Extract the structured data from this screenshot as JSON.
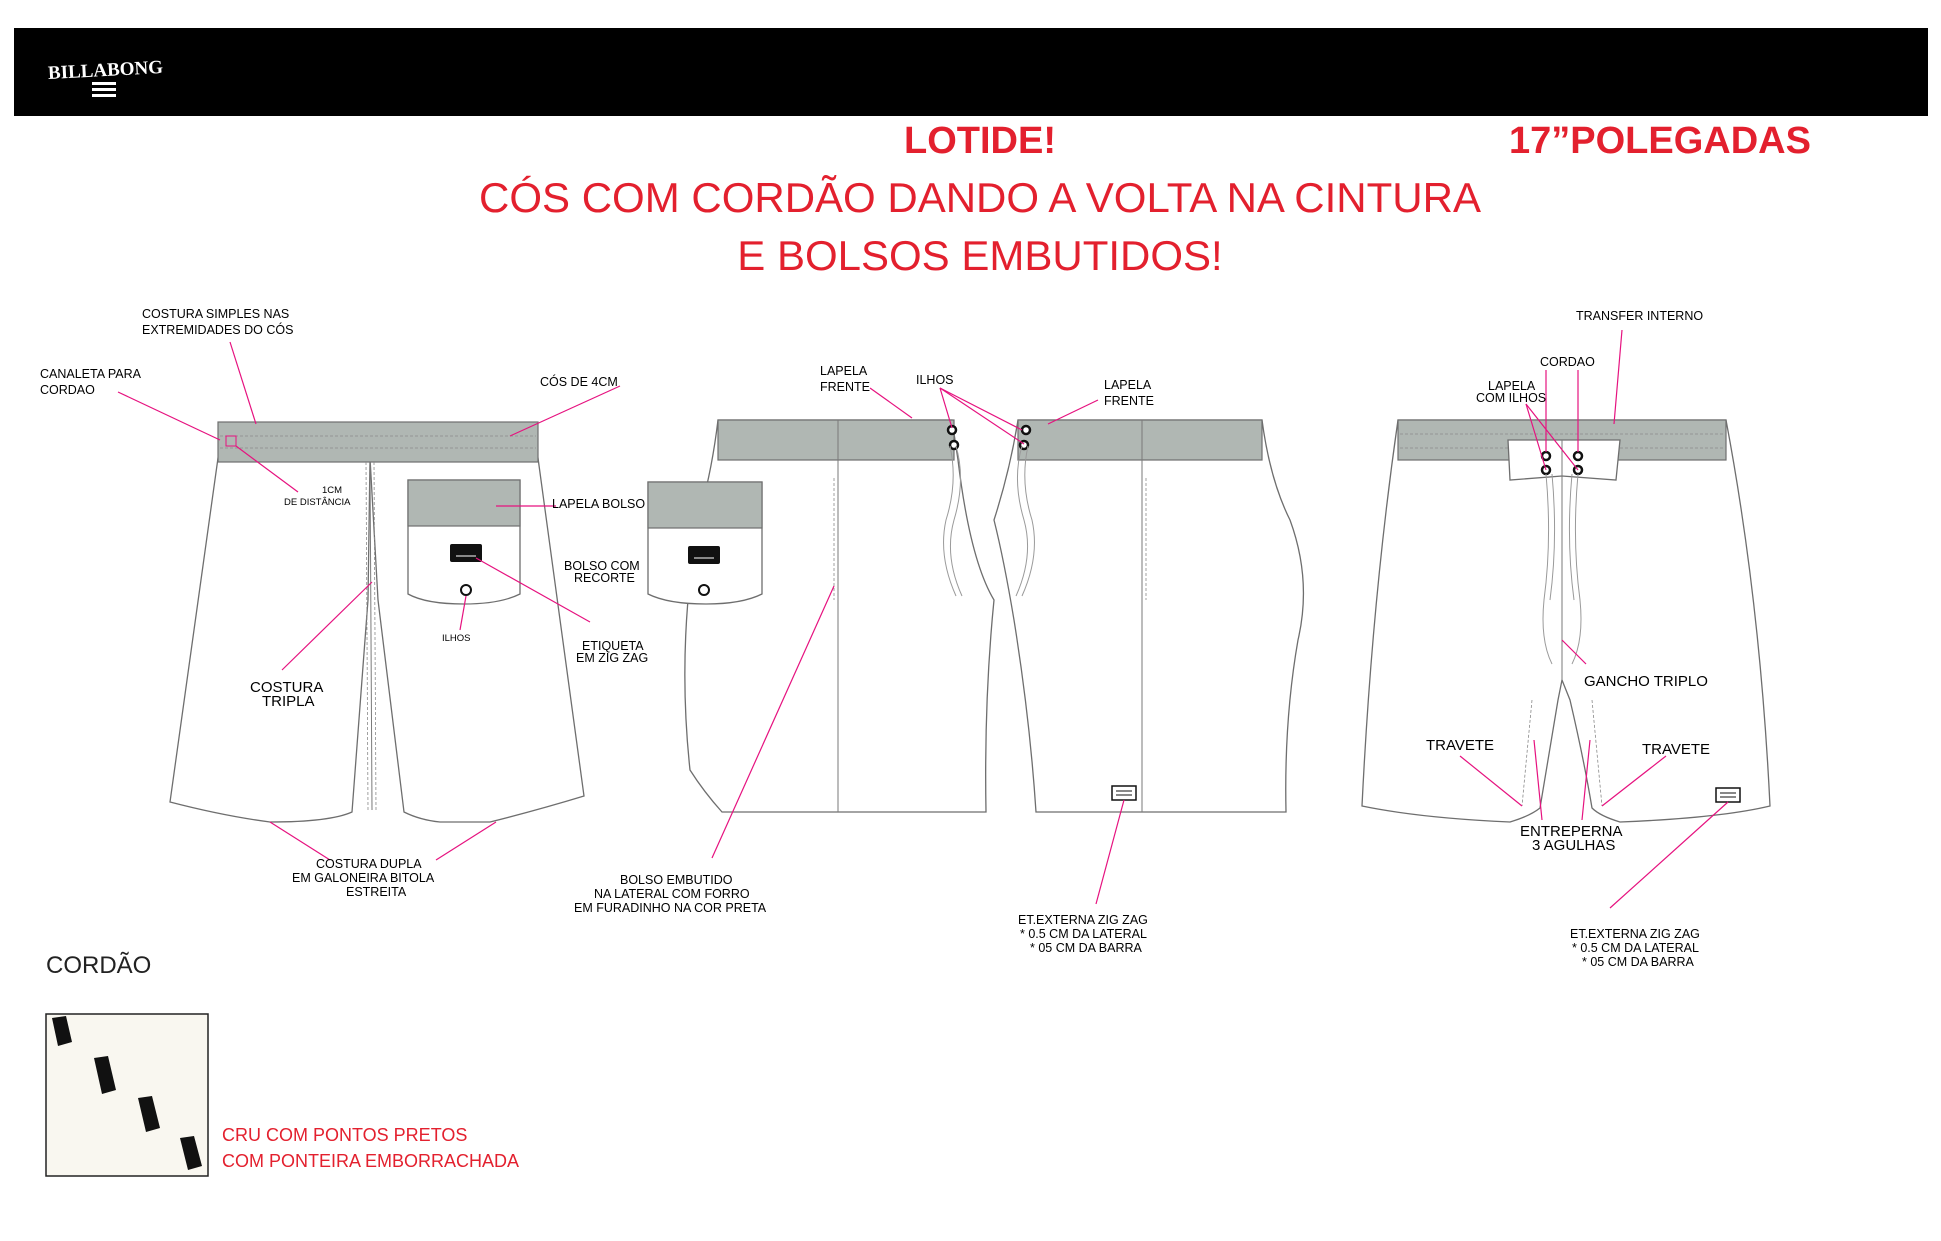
{
  "header": {
    "brand": "BILLABONG",
    "title_line1": "LOTIDE!",
    "title_size": "17”POLEGADAS",
    "title_line2": "CÓS COM CORDÃO DANDO A VOLTA NA CINTURA",
    "title_line3": "E BOLSOS EMBUTIDOS!"
  },
  "colors": {
    "accent_red": "#e3202e",
    "leader_magenta": "#e6127f",
    "waistband_gray": "#b0b7b3",
    "cord_fill": "#f9f7f0"
  },
  "back_view": {
    "costura_simples_1": "COSTURA SIMPLES NAS",
    "costura_simples_2": "EXTREMIDADES DO CÓS",
    "canaleta_1": "CANALETA PARA",
    "canaleta_2": "CORDAO",
    "cos_4cm": "CÓS DE 4CM",
    "distancia_1": "1CM",
    "distancia_2": "DE DISTÂNCIA",
    "lapela_bolso": "LAPELA BOLSO",
    "bolso_recorte_1": "BOLSO COM",
    "bolso_recorte_2": "RECORTE",
    "ilhos": "ILHOS",
    "etiqueta_1": "ETIQUETA",
    "etiqueta_2": "EM ZIG ZAG",
    "costura_tripla_1": "COSTURA",
    "costura_tripla_2": "TRIPLA",
    "costura_dupla_1": "COSTURA DUPLA",
    "costura_dupla_2": "EM GALONEIRA BITOLA",
    "costura_dupla_3": "ESTREITA"
  },
  "side_view": {
    "lapela_frente_left_1": "LAPELA",
    "lapela_frente_left_2": "FRENTE",
    "ilhos": "ILHOS",
    "lapela_frente_right_1": "LAPELA",
    "lapela_frente_right_2": "FRENTE",
    "bolso_embutido_1": "BOLSO EMBUTIDO",
    "bolso_embutido_2": "NA LATERAL COM FORRO",
    "bolso_embutido_3": "EM FURADINHO NA COR PRETA",
    "et_externa_1": "ET.EXTERNA ZIG ZAG",
    "et_externa_2": "* 0.5 CM DA LATERAL",
    "et_externa_3": "* 05 CM DA BARRA"
  },
  "front_view": {
    "transfer_interno": "TRANSFER INTERNO",
    "cordao": "CORDAO",
    "lapela_ilhos_1": "LAPELA",
    "lapela_ilhos_2": "COM ILHOS",
    "gancho_triplo": "GANCHO TRIPLO",
    "travete_left": "TRAVETE",
    "travete_right": "TRAVETE",
    "entreperna_1": "ENTREPERNA",
    "entreperna_2": "3 AGULHAS",
    "et_externa_1": "ET.EXTERNA ZIG ZAG",
    "et_externa_2": "* 0.5 CM DA LATERAL",
    "et_externa_3": "* 05 CM DA BARRA"
  },
  "cord": {
    "label": "CORDÃO",
    "note_line1": "CRU COM PONTOS PRETOS",
    "note_line2": "COM PONTEIRA EMBORRACHADA"
  }
}
